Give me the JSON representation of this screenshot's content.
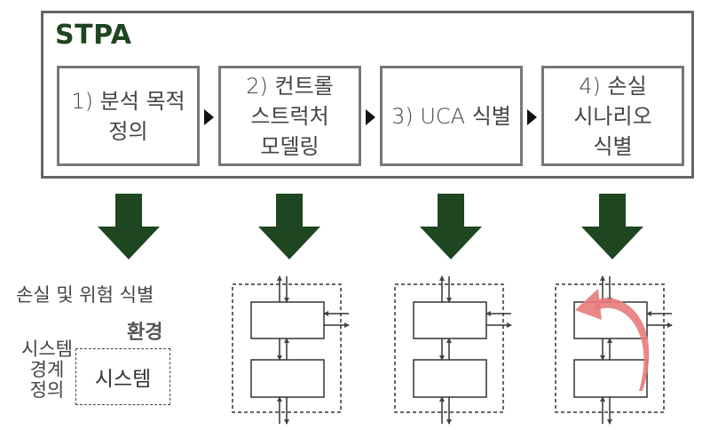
{
  "stpa": {
    "title": "STPA",
    "steps": [
      {
        "label": "1) 분석 목적\n정의"
      },
      {
        "label": "2) 컨트롤\n스트럭처\n모델링"
      },
      {
        "label": "3) UCA 식별"
      },
      {
        "label": "4) 손실\n시나리오\n식별"
      }
    ]
  },
  "step1_panel": {
    "goal_label": "손실 및 위험 식별",
    "environment_label": "환경",
    "boundary_label": "시스템\n경계\n정의",
    "system_label": "시스템"
  },
  "colors": {
    "title_green": "#1e4620",
    "arrow_green": "#1e4620",
    "scenario_arrow": "#e87a7a",
    "box_border": "#777777"
  }
}
